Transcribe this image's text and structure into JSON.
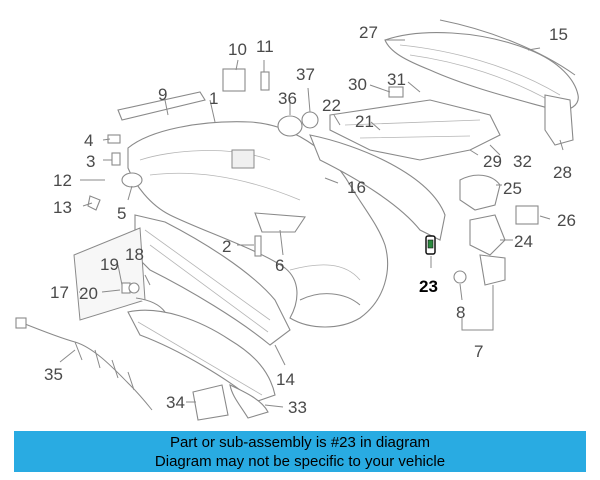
{
  "diagram": {
    "callouts": [
      "1",
      "2",
      "3",
      "4",
      "5",
      "6",
      "7",
      "8",
      "9",
      "10",
      "11",
      "12",
      "13",
      "14",
      "15",
      "16",
      "17",
      "18",
      "19",
      "20",
      "21",
      "22",
      "23",
      "24",
      "25",
      "26",
      "27",
      "28",
      "29",
      "30",
      "31",
      "32",
      "33",
      "34",
      "35",
      "36",
      "37"
    ],
    "highlighted_part": "23"
  },
  "banner": {
    "line1": "Part or sub-assembly is #23 in diagram",
    "line2": "Diagram may not be specific to your vehicle",
    "color": "#29abe2"
  }
}
